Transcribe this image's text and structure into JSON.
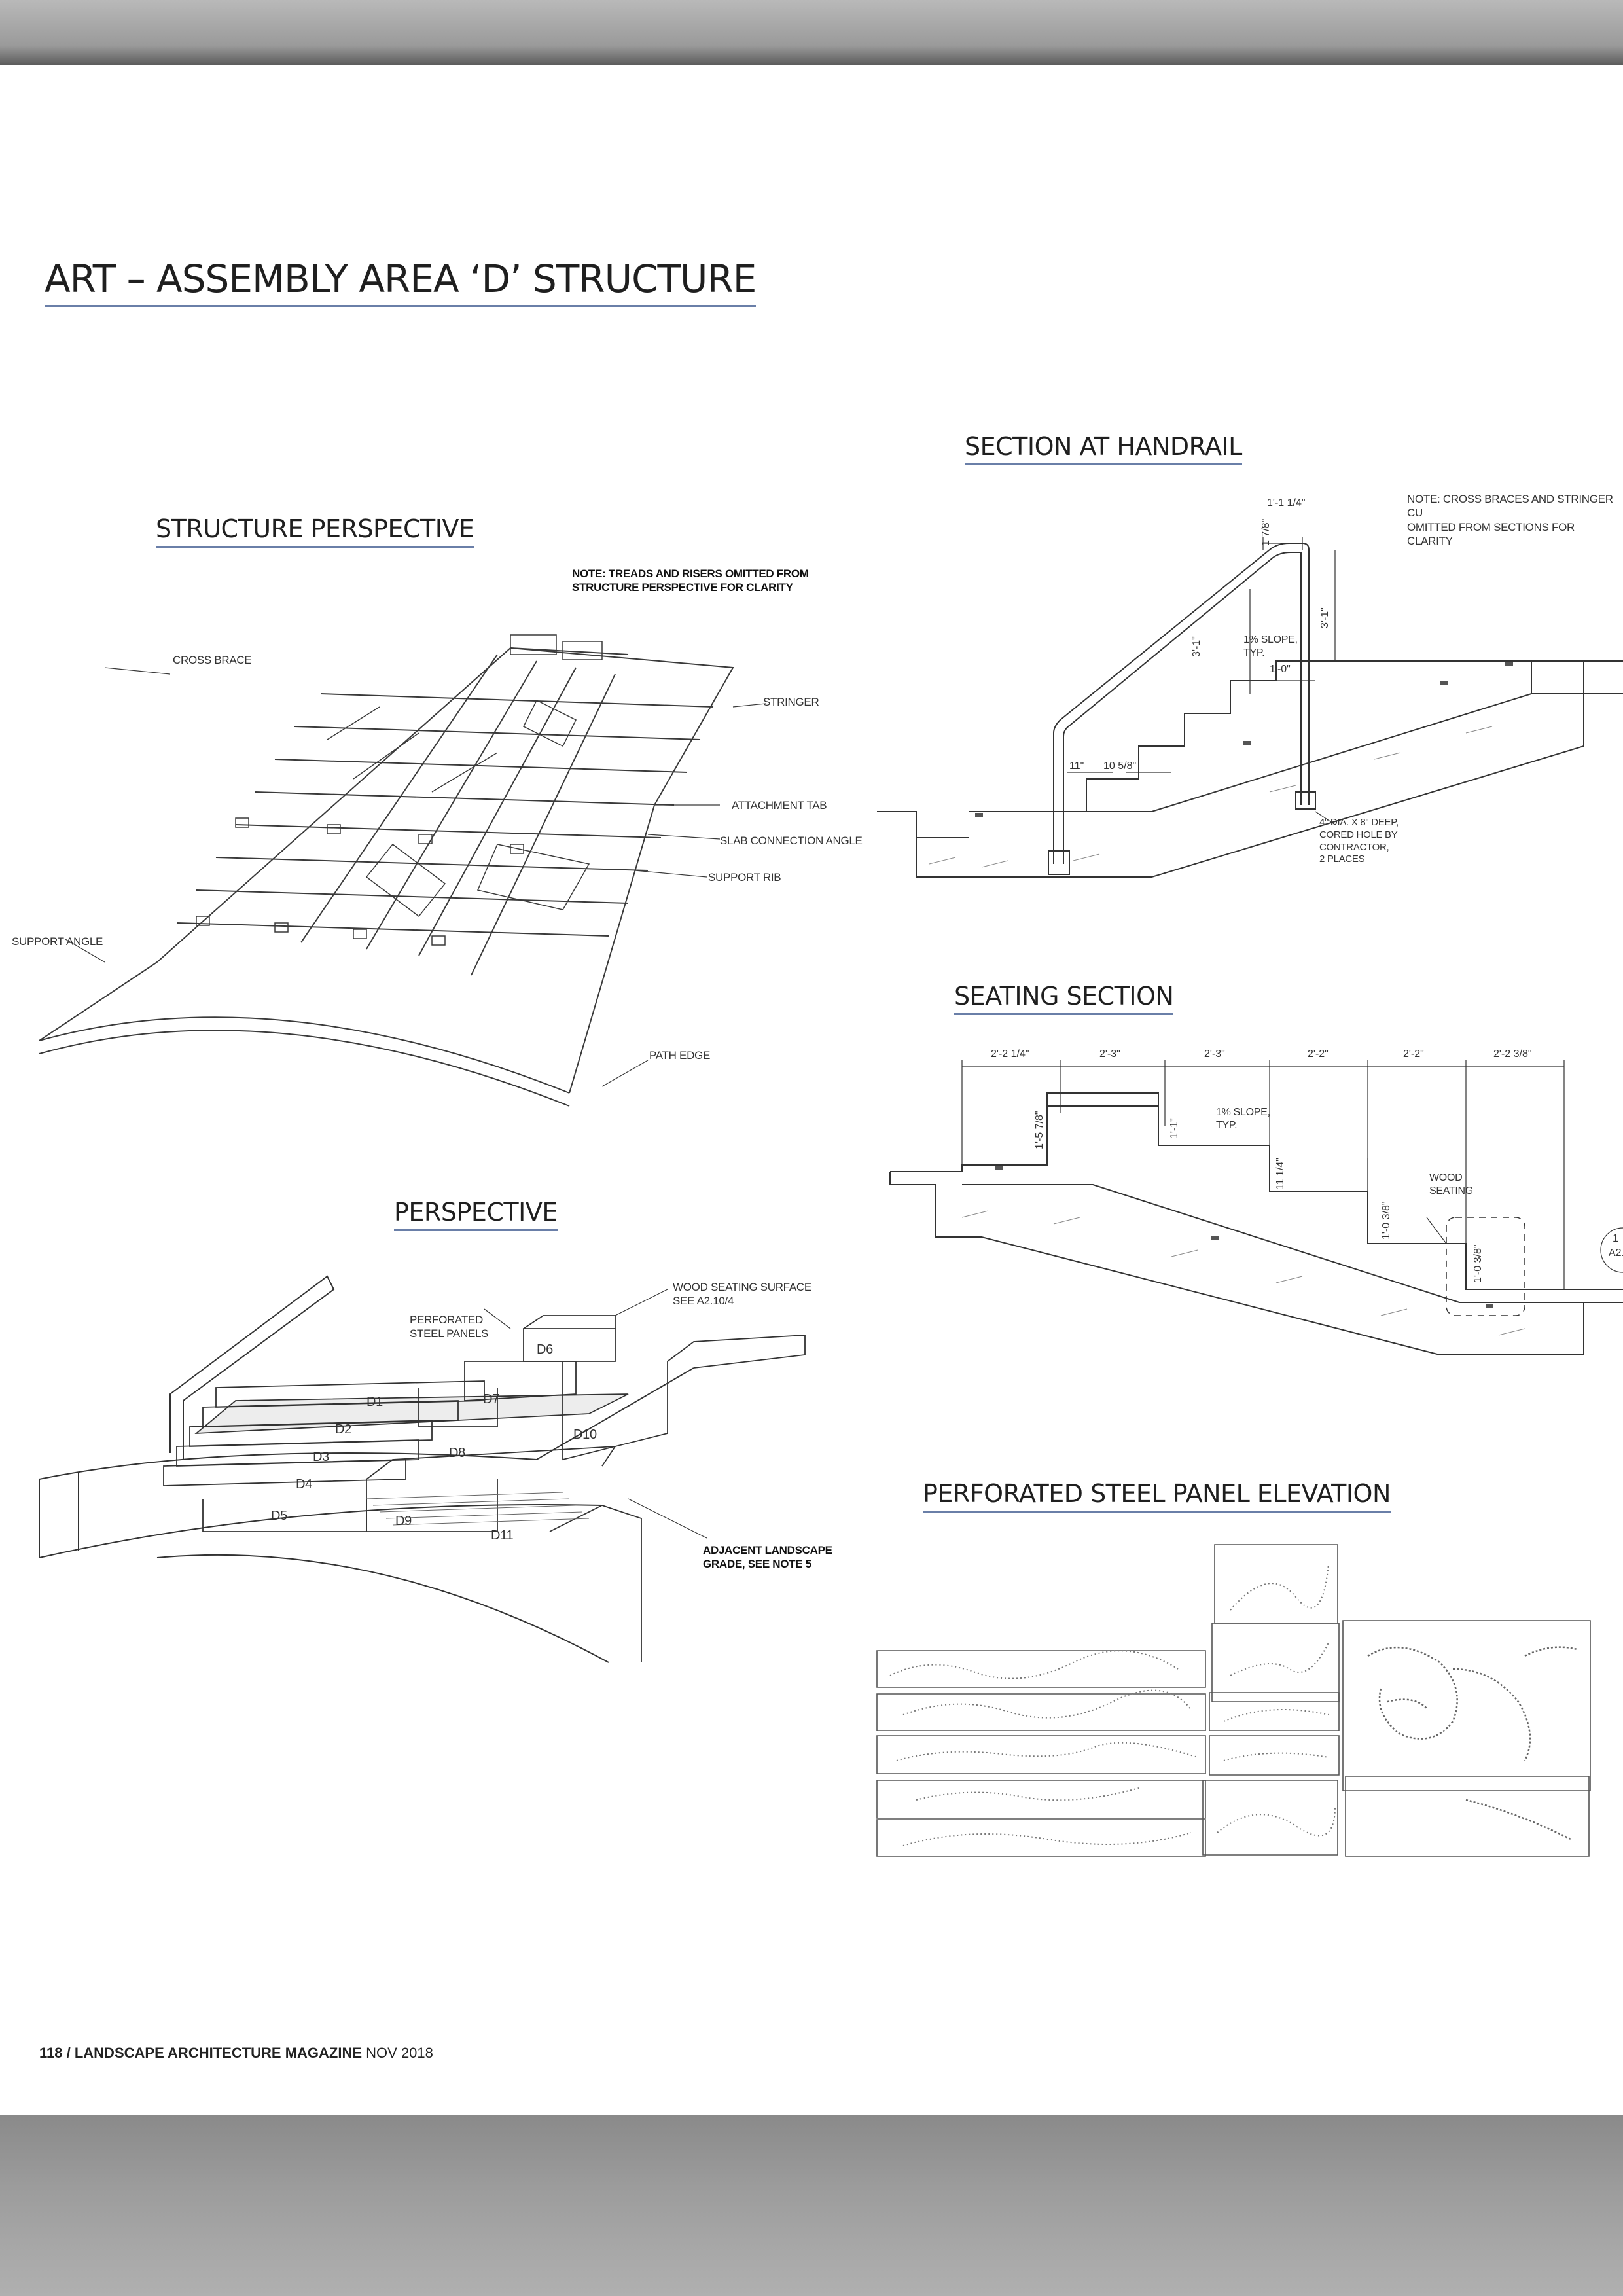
{
  "page": {
    "title": "ART – ASSEMBLY AREA ‘D’ STRUCTURE",
    "footer_page": "118",
    "footer_sep": " / ",
    "footer_magazine": "LANDSCAPE ARCHITECTURE MAGAZINE",
    "footer_issue": "NOV 2018"
  },
  "structure_perspective": {
    "heading": "STRUCTURE PERSPECTIVE",
    "note": "NOTE: TREADS AND RISERS OMITTED FROM\nSTRUCTURE PERSPECTIVE FOR CLARITY",
    "labels": {
      "cross_brace": "CROSS BRACE",
      "stringer": "STRINGER",
      "attachment_tab": "ATTACHMENT TAB",
      "slab_connection_angle": "SLAB CONNECTION ANGLE",
      "support_rib": "SUPPORT RIB",
      "support_angle": "SUPPORT ANGLE",
      "path_edge": "PATH EDGE"
    }
  },
  "perspective": {
    "heading": "PERSPECTIVE",
    "labels": {
      "wood_seating": "WOOD SEATING SURFACE\nSEE A2.10/4",
      "perforated_panels": "PERFORATED\nSTEEL PANELS",
      "adjacent_landscape": "ADJACENT LANDSCAPE\nGRADE, SEE NOTE 5"
    },
    "blocks": [
      "D1",
      "D2",
      "D3",
      "D4",
      "D5",
      "D6",
      "D7",
      "D8",
      "D9",
      "D10",
      "D11"
    ]
  },
  "section_handrail": {
    "heading": "SECTION AT HANDRAIL",
    "note": "NOTE: CROSS BRACES AND STRINGER CU\nOMITTED FROM SECTIONS FOR CLARITY",
    "dims": {
      "top_width": "1'-1 1/4\"",
      "rail_drop": "1 7/8\"",
      "rail_height_left": "3'-1\"",
      "rail_height_right": "3'-1\"",
      "slope": "1% SLOPE,\nTYP.",
      "tread_depth": "1'-0\"",
      "tread_11": "11\"",
      "tread_10": "10 5/8\""
    },
    "core_hole": "4\" DIA. x 8\" DEEP,\nCORED HOLE BY\nCONTRACTOR,\n2 PLACES"
  },
  "seating_section": {
    "heading": "SEATING SECTION",
    "top_dims": [
      "2'-2 1/4\"",
      "2'-3\"",
      "2'-3\"",
      "2'-2\"",
      "2'-2\"",
      "2'-2 3/8\""
    ],
    "rise_dims": [
      "1'-5 7/8\"",
      "1'-1\"",
      "11 1/4\"",
      "1'-0 3/8\"",
      "1'-0 3/8\""
    ],
    "slope": "1% SLOPE,\nTYP.",
    "wood_seating": "WOOD\nSEATING",
    "callout_edge_1": "1",
    "callout_edge_2": "A2."
  },
  "panel_elevation": {
    "heading": "PERFORATED STEEL PANEL ELEVATION"
  }
}
